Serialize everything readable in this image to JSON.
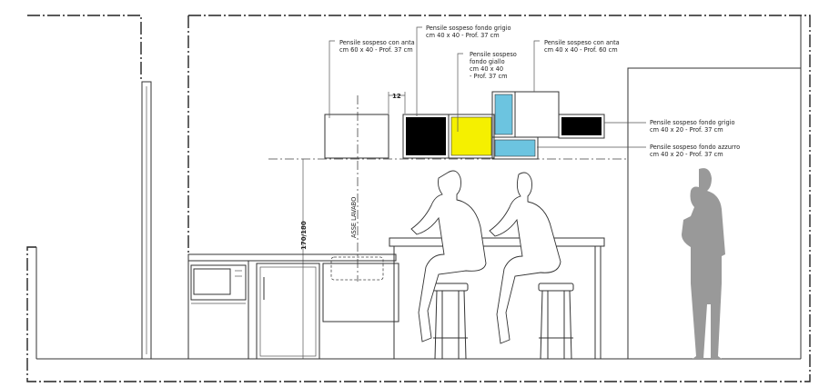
{
  "colors": {
    "yellow": "#f5f000",
    "blue": "#6cc4e0",
    "black": "#000000",
    "light_gray": "#f4f4f4",
    "silhouette": "#999999"
  },
  "labels": {
    "cab_anta_60": [
      "Pensile sospeso con anta",
      "cm 60 x 40  - Prof. 37 cm"
    ],
    "cab_grigio_40": [
      "Pensile sospeso fondo grigio",
      "cm 40 x 40  - Prof. 37 cm"
    ],
    "cab_giallo": [
      "Pensile sospeso",
      "fondo giallo",
      "cm 40 x 40",
      "- Prof. 37 cm"
    ],
    "cab_anta_40": [
      "Pensile sospeso con anta",
      "cm 40 x 40  - Prof. 60 cm"
    ],
    "cab_grigio_20": [
      "Pensile sospeso fondo grigio",
      "cm 40 x 20  - Prof. 37 cm"
    ],
    "cab_azzurro_20": [
      "Pensile sospeso fondo azzurro",
      "cm 40 x 20  - Prof. 37 cm"
    ]
  },
  "dimensions": {
    "gap": "12",
    "height": "170/180"
  },
  "axis_label": "ASSE LAVABO"
}
